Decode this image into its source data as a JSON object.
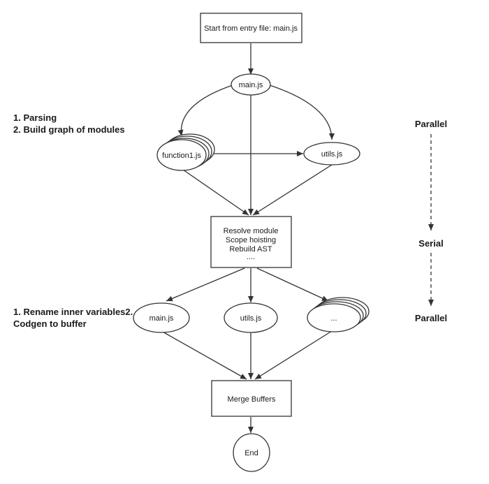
{
  "nodes": {
    "start": "Start from entry file: main.js",
    "main_top": "main.js",
    "function1": "function1.js",
    "utils_top": "utils.js",
    "process_lines": [
      "Resolve module",
      "Scope hoisting",
      "Rebuild AST",
      "...."
    ],
    "main_bottom": "main.js",
    "utils_bottom": "utils.js",
    "more_bottom": "...",
    "merge": "Merge Buffers",
    "end": "End"
  },
  "notes": {
    "phase1_line1": "1. Parsing",
    "phase1_line2": "2. Build graph of modules",
    "phase2_line1": "1. Rename inner variables2.",
    "phase2_line2": "Codgen to buffer"
  },
  "timeline": {
    "parallel_top": "Parallel",
    "serial": "Serial",
    "parallel_bottom": "Parallel"
  }
}
